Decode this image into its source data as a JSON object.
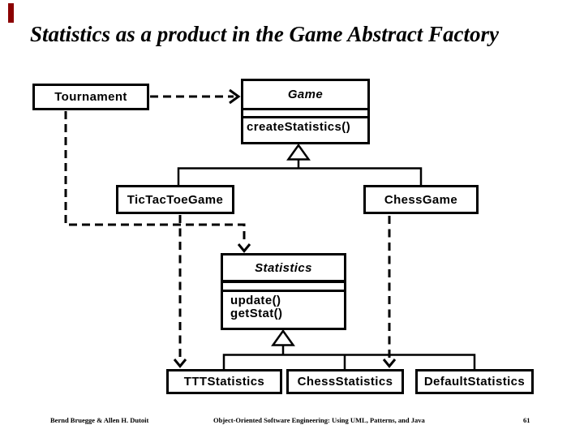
{
  "slide": {
    "title": "Statistics as a product in the Game Abstract Factory",
    "background_color": "#ffffff",
    "line_color": "#000000",
    "corner_mark_color": "#8b0000"
  },
  "classes": {
    "tournament": {
      "name": "Tournament"
    },
    "game": {
      "name": "Game",
      "abstract": true,
      "attributes": [],
      "operations": [
        "createStatistics()"
      ]
    },
    "tictactoe_game": {
      "name": "TicTacToeGame"
    },
    "chess_game": {
      "name": "ChessGame"
    },
    "statistics": {
      "name": "Statistics",
      "abstract": true,
      "attributes": [],
      "operations": [
        "update()",
        "getStat()"
      ]
    },
    "ttt_statistics": {
      "name": "TTTStatistics"
    },
    "chess_statistics": {
      "name": "ChessStatistics"
    },
    "default_statistics": {
      "name": "DefaultStatistics"
    }
  },
  "relationships": [
    {
      "from": "Tournament",
      "to": "Game",
      "type": "dependency"
    },
    {
      "from": "Tournament",
      "to": "Statistics",
      "type": "dependency"
    },
    {
      "from": "TicTacToeGame",
      "to": "TTTStatistics",
      "type": "dependency"
    },
    {
      "from": "ChessGame",
      "to": "ChessStatistics",
      "type": "dependency"
    },
    {
      "from": "TicTacToeGame",
      "to": "Game",
      "type": "generalization"
    },
    {
      "from": "ChessGame",
      "to": "Game",
      "type": "generalization"
    },
    {
      "from": "TTTStatistics",
      "to": "Statistics",
      "type": "generalization"
    },
    {
      "from": "ChessStatistics",
      "to": "Statistics",
      "type": "generalization"
    },
    {
      "from": "DefaultStatistics",
      "to": "Statistics",
      "type": "generalization"
    }
  ],
  "footer": {
    "authors": "Bernd Bruegge & Allen H. Dutoit",
    "book": "Object-Oriented Software Engineering: Using UML, Patterns, and Java",
    "page": "61"
  }
}
